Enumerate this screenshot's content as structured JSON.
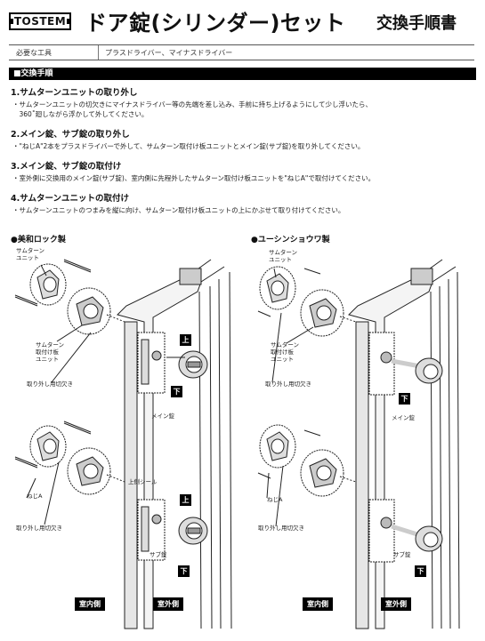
{
  "header": {
    "logo": "TOSTEM",
    "title": "ドア錠(シリンダー)セット",
    "subtitle": "交換手順書"
  },
  "tools": {
    "label": "必要な工具",
    "value": "プラスドライバー、マイナスドライバー"
  },
  "section": {
    "title": "■交換手順"
  },
  "steps": [
    {
      "heading": "1.サムターンユニットの取り外し",
      "lines": [
        "・サムターンユニットの切欠きにマイナスドライバー等の先端を差し込み、手前に持ち上げるようにして少し浮いたら、",
        "　360˚廻しながら浮かして外してください。"
      ]
    },
    {
      "heading": "2.メイン錠、サブ錠の取り外し",
      "lines": [
        "・\"ねじA\"2本をプラスドライバーで外して、サムターン取付け板ユニットとメイン錠(サブ錠)を取り外してください。"
      ]
    },
    {
      "heading": "3.メイン錠、サブ錠の取付け",
      "lines": [
        "・室外側に交換用のメイン錠(サブ錠)、室内側に先程外したサムターン取付け板ユニットを\"ねじA\"で取付けてください。"
      ]
    },
    {
      "heading": "4.サムターンユニットの取付け",
      "lines": [
        "・サムターンユニットのつまみを縦に向け、サムターン取付け板ユニットの上にかぶせて取り付けてください。"
      ]
    }
  ],
  "panels": {
    "left": {
      "title": "●美和ロック製",
      "labels": {
        "thumbturn_unit": "サムターン\nユニット",
        "thumbturn_plate_unit": "サムターン\n取付け板\nユニット",
        "notch_top": "取り外し用切欠き",
        "main_lock": "メイン錠",
        "screw_a": "ねじA",
        "notch_bottom": "取り外し用切欠き",
        "top_seal": "上側シール",
        "sub_lock": "サブ錠",
        "up_top": "上",
        "down_top": "下",
        "up_bottom": "上",
        "down_bottom": "下",
        "indoor": "室内側",
        "outdoor": "室外側"
      }
    },
    "right": {
      "title": "●ユーシンショウワ製",
      "labels": {
        "thumbturn_unit": "サムターン\nユニット",
        "thumbturn_plate_unit": "サムターン\n取付け板\nユニット",
        "notch_top": "取り外し用切欠き",
        "main_lock": "メイン錠",
        "screw_a": "ねじA",
        "notch_bottom": "取り外し用切欠き",
        "sub_lock": "サブ錠",
        "down_top": "下",
        "down_bottom": "下",
        "indoor": "室内側",
        "outdoor": "室外側"
      }
    }
  }
}
